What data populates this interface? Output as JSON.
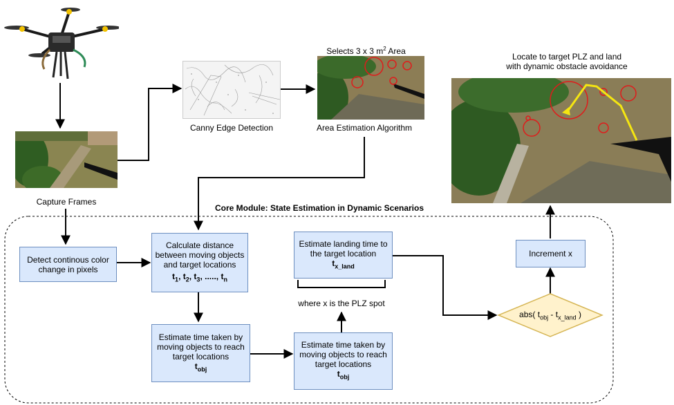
{
  "labels": {
    "capture_frames": "Capture Frames",
    "canny": "Canny Edge Detection",
    "area_estimation": "Area Estimation Algorithm",
    "selects_area_prefix": "Selects 3 x 3 m",
    "selects_area_sup": "2",
    "selects_area_suffix": " Area",
    "locate_line1": "Locate to target PLZ and land",
    "locate_line2": "with dynamic obstacle avoidance",
    "core_module": "Core Module: State Estimation in Dynamic Scenarios",
    "where_x": "where x is the PLZ spot"
  },
  "boxes": {
    "detect": {
      "line1": "Detect continous color",
      "line2": "change in pixels"
    },
    "calc": {
      "line1": "Calculate distance",
      "line2": "between moving objects",
      "line3": "and target locations",
      "t1": "t",
      "s1": "1",
      "t2": ", t",
      "s2": "2",
      "t3": ", t",
      "s3": "3",
      "dots": ", ....., t",
      "sn": "n"
    },
    "est_obj_left": {
      "line1": "Estimate time taken by",
      "line2": "moving objects to reach",
      "line3": "target locations",
      "t": "t",
      "sub": "obj"
    },
    "est_obj_right": {
      "line1": "Estimate time taken by",
      "line2": "moving objects to reach",
      "line3": "target locations",
      "t": "t",
      "sub": "obj"
    },
    "landing": {
      "line1": "Estimate landing time to",
      "line2": "the target location",
      "t": "t",
      "sub": "x_land"
    },
    "increment": {
      "label": "Increment x"
    },
    "abs": {
      "prefix": "abs( t",
      "sub1": "obj",
      "mid": " - t",
      "sub2": "x_land",
      "suffix": " )"
    }
  },
  "images": {
    "drone": "drone-photo",
    "capture": "aerial-frame-photo",
    "canny": "canny-edge-image",
    "area": "area-selection-photo",
    "final": "landing-path-photo"
  },
  "colors": {
    "box_fill": "#dae8fc",
    "box_border": "#6c8ebf",
    "diamond_fill": "#fff2cc",
    "diamond_border": "#d6b656",
    "circle_red": "#e01b1b",
    "path_yellow": "#f5e611"
  }
}
